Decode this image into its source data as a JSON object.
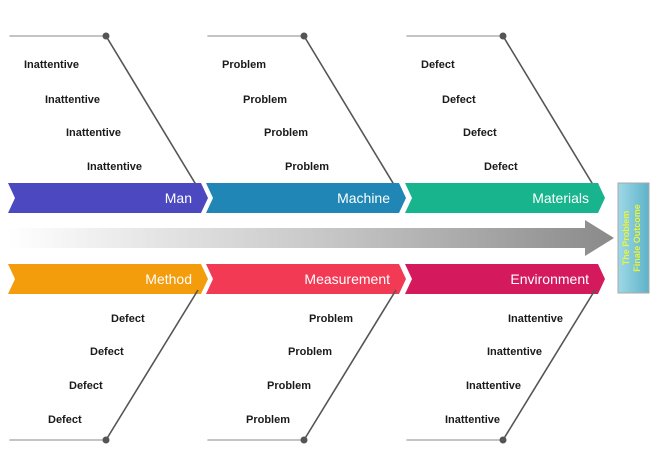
{
  "outcome": {
    "line1": "The Problem",
    "line2": "Finale Outcome",
    "color": "#7ecbdc"
  },
  "top_categories": [
    {
      "label": "Man",
      "color": "#4b48c0",
      "items": [
        "Inattentive",
        "Inattentive",
        "Inattentive",
        "Inattentive"
      ]
    },
    {
      "label": "Machine",
      "color": "#1f86b5",
      "items": [
        "Problem",
        "Problem",
        "Problem",
        "Problem"
      ]
    },
    {
      "label": "Materials",
      "color": "#17b48e",
      "items": [
        "Defect",
        "Defect",
        "Defect",
        "Defect"
      ]
    }
  ],
  "bottom_categories": [
    {
      "label": "Method",
      "color": "#f39c0c",
      "items": [
        "Defect",
        "Defect",
        "Defect",
        "Defect"
      ]
    },
    {
      "label": "Measurement",
      "color": "#f23a55",
      "items": [
        "Problem",
        "Problem",
        "Problem",
        "Problem"
      ]
    },
    {
      "label": "Environment",
      "color": "#d41a5c",
      "items": [
        "Inattentive",
        "Inattentive",
        "Inattentive",
        "Inattentive"
      ]
    }
  ]
}
